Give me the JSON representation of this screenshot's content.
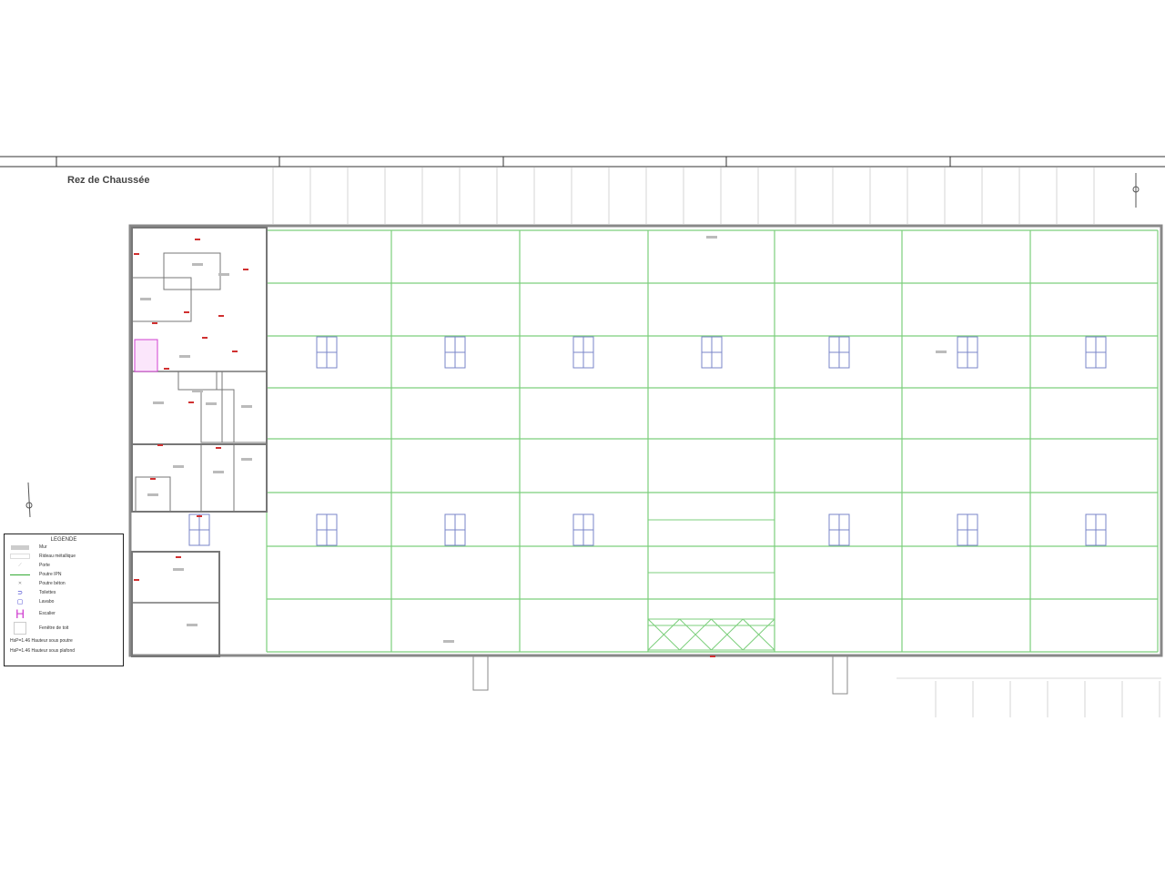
{
  "title": "Rez de Chaussée",
  "colors": {
    "beam": "#7ccf7c",
    "wall": "#888888",
    "window": "#7a86c8",
    "dimension": "#d03030",
    "stair": "#d040d0"
  },
  "legend": {
    "heading": "LEGENDE",
    "items": [
      {
        "label": "Mur",
        "icon": "wall-swatch"
      },
      {
        "label": "Rideau métallique",
        "icon": "metal-shutter-swatch"
      },
      {
        "label": "Porte",
        "icon": "door-icon"
      },
      {
        "label": "Poutre IPN",
        "icon": "ipn-beam-line"
      },
      {
        "label": "Poutre béton",
        "icon": "concrete-beam-icon"
      },
      {
        "label": "Toilettes",
        "icon": "toilet-icon"
      },
      {
        "label": "Lavabo",
        "icon": "sink-icon"
      },
      {
        "label": "Escalier",
        "icon": "stair-icon"
      },
      {
        "label": "Fenêtre de toit",
        "icon": "skylight-icon"
      }
    ],
    "notes": [
      "HsP=1.46 Hauteur sous poutre",
      "HsP=1.46 Hauteur sous plafond"
    ]
  }
}
